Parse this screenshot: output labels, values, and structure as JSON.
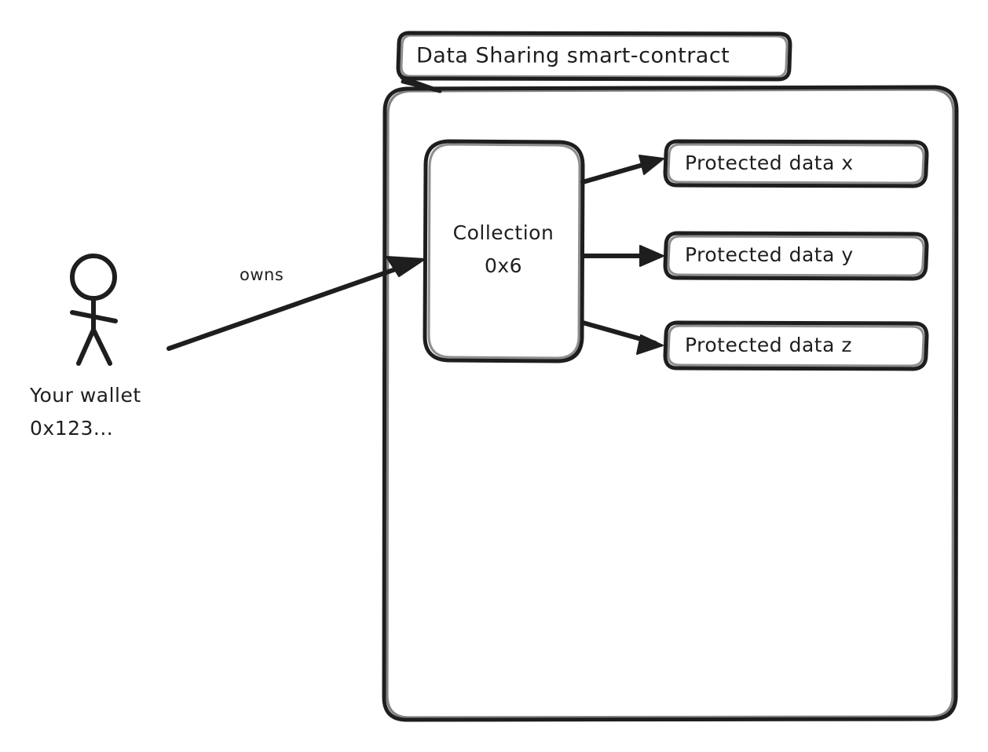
{
  "diagram": {
    "kind": "architecture-diagram",
    "style": "hand-drawn-sketch",
    "background_color": "#ffffff",
    "stroke_color": "#1e1e1e",
    "fill_color": "#ffffff"
  },
  "container": {
    "title": "Data Sharing smart-contract",
    "title_box_label": "Data Sharing smart-contract"
  },
  "actor": {
    "icon_name": "stick-figure-person",
    "label_line1": "Your wallet",
    "label_line2": "0x123..."
  },
  "edges": [
    {
      "from": "actor",
      "to": "collection",
      "label": "owns"
    },
    {
      "from": "collection",
      "to": "protected-data-x",
      "label": ""
    },
    {
      "from": "collection",
      "to": "protected-data-y",
      "label": ""
    },
    {
      "from": "collection",
      "to": "protected-data-z",
      "label": ""
    }
  ],
  "collection": {
    "label_line1": "Collection",
    "label_line2": "0x6"
  },
  "protected_data": [
    {
      "label": "Protected data x"
    },
    {
      "label": "Protected data y"
    },
    {
      "label": "Protected data z"
    }
  ]
}
